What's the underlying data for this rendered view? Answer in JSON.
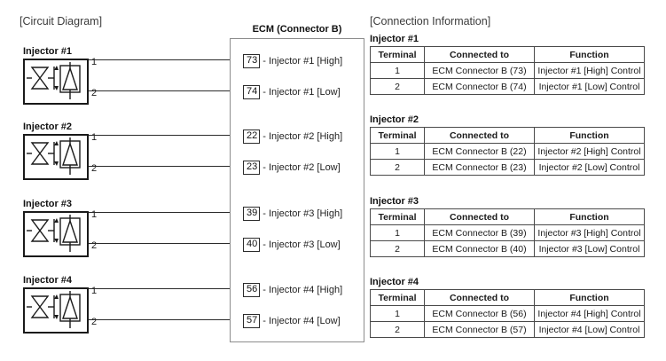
{
  "circuit": {
    "title": "[Circuit Diagram]",
    "ecm": {
      "title": "ECM (Connector B)",
      "pins": [
        {
          "number": "73",
          "label": "- Injector #1 [High]"
        },
        {
          "number": "74",
          "label": "- Injector #1 [Low]"
        },
        {
          "number": "22",
          "label": "- Injector #2 [High]"
        },
        {
          "number": "23",
          "label": "- Injector #2 [Low]"
        },
        {
          "number": "39",
          "label": "- Injector #3 [High]"
        },
        {
          "number": "40",
          "label": "- Injector #3 [Low]"
        },
        {
          "number": "56",
          "label": "- Injector #4 [High]"
        },
        {
          "number": "57",
          "label": "- Injector #4 [Low]"
        }
      ]
    },
    "injectors": [
      {
        "label": "Injector #1",
        "terminal_1": "1",
        "terminal_2": "2"
      },
      {
        "label": "Injector #2",
        "terminal_1": "1",
        "terminal_2": "2"
      },
      {
        "label": "Injector #3",
        "terminal_1": "1",
        "terminal_2": "2"
      },
      {
        "label": "Injector #4",
        "terminal_1": "1",
        "terminal_2": "2"
      }
    ]
  },
  "connection_info": {
    "title": "[Connection Information]",
    "columns": [
      "Terminal",
      "Connected to",
      "Function"
    ],
    "tables": [
      {
        "label": "Injector #1",
        "rows": [
          [
            "1",
            "ECM Connector B (73)",
            "Injector #1 [High] Control"
          ],
          [
            "2",
            "ECM Connector B (74)",
            "Injector #1 [Low] Control"
          ]
        ]
      },
      {
        "label": "Injector #2",
        "rows": [
          [
            "1",
            "ECM Connector B (22)",
            "Injector #2 [High] Control"
          ],
          [
            "2",
            "ECM Connector B (23)",
            "Injector #2 [Low] Control"
          ]
        ]
      },
      {
        "label": "Injector #3",
        "rows": [
          [
            "1",
            "ECM Connector B (39)",
            "Injector #3 [High] Control"
          ],
          [
            "2",
            "ECM Connector B (40)",
            "Injector #3 [Low] Control"
          ]
        ]
      },
      {
        "label": "Injector #4",
        "rows": [
          [
            "1",
            "ECM Connector B (56)",
            "Injector #4 [High] Control"
          ],
          [
            "2",
            "ECM Connector B (57)",
            "Injector #4 [Low] Control"
          ]
        ]
      }
    ]
  },
  "colors": {
    "line": "#2b2b2b",
    "ecm_border": "#8c8c8c",
    "text": "#1a1a1a"
  }
}
